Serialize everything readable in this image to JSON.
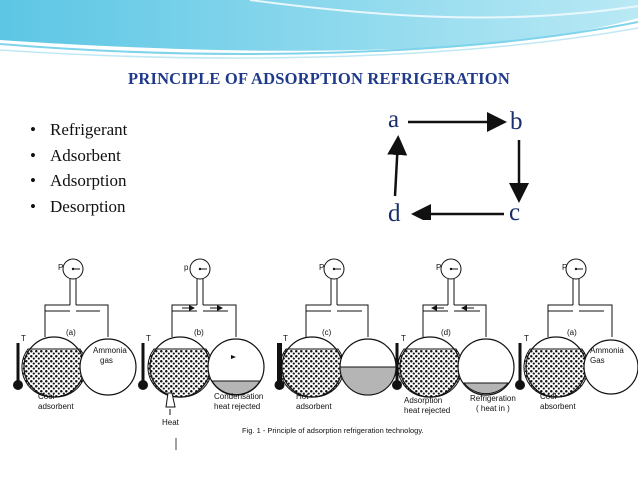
{
  "title": "PRINCIPLE OF ADSORPTION REFRIGERATION",
  "bullets": [
    "Refrigerant",
    "Adsorbent",
    "Adsorption",
    "Desorption"
  ],
  "cycle": {
    "a": "a",
    "b": "b",
    "c": "c",
    "d": "d"
  },
  "figure": {
    "caption": "Fig. 1 - Principle of adsorption refrigeration technology.",
    "stages": [
      {
        "p": "P",
        "t": "T",
        "tag": "(a)",
        "left_label": [
          "Cool",
          "adsorbent"
        ],
        "right_label": [
          "Ammonia",
          "gas"
        ]
      },
      {
        "p": "p",
        "t": "T",
        "tag": "(b)",
        "left_label": [
          "Heat"
        ],
        "right_label": [
          "Condensation",
          "heat rejected"
        ]
      },
      {
        "p": "P",
        "t": "T",
        "tag": "(c)",
        "left_label": [
          "Hot",
          "adsorbent"
        ],
        "right_label": []
      },
      {
        "p": "P",
        "t": "T",
        "tag": "(d)",
        "left_label": [
          "Adsorption",
          "heat rejected"
        ],
        "right_label": [
          "Refrigeration",
          "( heat in )"
        ]
      },
      {
        "p": "P",
        "t": "T",
        "tag": "(a)",
        "left_label": [
          "Cool",
          "absorbent"
        ],
        "right_label": [
          "Ammonia",
          "Gas"
        ]
      }
    ]
  },
  "colors": {
    "title": "#1f3a8a",
    "cycle": "#1a2e6e",
    "header": "#7fd3ea"
  }
}
